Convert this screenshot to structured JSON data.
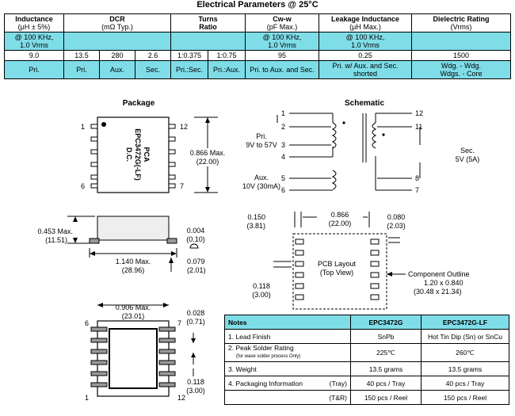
{
  "title": "Electrical Parameters @ 25°C",
  "header": {
    "inductance": "Inductance",
    "inductance_unit": "(μH ± 5%)",
    "dcr": "DCR",
    "dcr_unit": "(mΩ Typ.)",
    "turns": "Turns",
    "turns_unit": "Ratio",
    "cww": "Cw-w",
    "cww_unit": "(pF Max.)",
    "leak": "Leakage Inductance",
    "leak_unit": "(μH Max.)",
    "diel": "Dielectric Rating",
    "diel_unit": "(Vrms)"
  },
  "cond": {
    "ind": "@ 100 KHz,",
    "ind2": "1.0 Vrms",
    "cww": "@ 100 KHz,",
    "cww2": "1.0 Vrms",
    "leak": "@ 100 KHz,",
    "leak2": "1.0 Vrms"
  },
  "values": [
    "9.0",
    "13.5",
    "280",
    "2.6",
    "1:0.375",
    "1:0.75",
    "95",
    "0.25",
    "1500"
  ],
  "labels": {
    "l0": "Pri.",
    "l1": "Pri.",
    "l2": "Aux.",
    "l3": "Sec.",
    "l4": "Pri.:Sec.",
    "l5": "Pri.:Aux.",
    "l6": "Pri. to Aux. and Sec.",
    "l7a": "Pri. w/ Aux. and Sec.",
    "l7b": "shorted",
    "l8a": "Wdg. - Wdg.",
    "l8b": "Wdgs. -  Core"
  },
  "package": {
    "caption": "Package",
    "marking": [
      "PCA",
      "EPC3472G(-LF)",
      "D.C."
    ],
    "pins": {
      "p1": "1",
      "p6": "6",
      "p7": "7",
      "p12": "12"
    },
    "height_max": "0.866 Max.",
    "height_mm": "(22.00)",
    "side_h": "0.453 Max.",
    "side_h_mm": "(11.51)",
    "side_w": "1.140 Max.",
    "side_w_mm": "(28.96)",
    "gap": "0.004",
    "gap_mm": "(0.10)",
    "lead": "0.079",
    "lead_mm": "(2.01)",
    "bot_w": "0.906 Max.",
    "bot_w_mm": "(23.01)",
    "bot_a": "0.028",
    "bot_a_mm": "(0.71)",
    "bot_b": "0.118",
    "bot_b_mm": "(3.00)"
  },
  "schematic": {
    "caption": "Schematic",
    "pins": [
      "1",
      "2",
      "3",
      "4",
      "5",
      "6",
      "12",
      "11",
      "8",
      "7"
    ],
    "pri": "Pri.",
    "pri_v": "9V to 57V",
    "aux": "Aux.",
    "aux_v": "10V (30mA)",
    "sec": "Sec.",
    "sec_v": "5V (5A)"
  },
  "pcb": {
    "d1": "0.150",
    "d1_mm": "(3.81)",
    "d2": "0.866",
    "d2_mm": "(22.00)",
    "d3": "0.080",
    "d3_mm": "(2.03)",
    "d4": "0.118",
    "d4_mm": "(3.00)",
    "layout": "PCB Layout",
    "view": "(Top View)",
    "outline": "Component Outline",
    "outline_size": "1.20 x 0.840",
    "outline_mm": "(30.48 x 21.34)"
  },
  "notes": {
    "h0": "Notes",
    "h1": "EPC3472G",
    "h2": "EPC3472G-LF",
    "r1": "1.  Lead Finish",
    "r1a": "SnPb",
    "r1b": "Hot Tin Dip (Sn) or  SnCu",
    "r2": "2.  Peak Solder Rating",
    "r2s": "(for wave solder process Only)",
    "r2a": "225℃",
    "r2b": "260℃",
    "r3": "3.  Weight",
    "r3a": "13.5 grams",
    "r3b": "13.5 grams",
    "r4": "4.  Packaging Information",
    "r4t": "(Tray)",
    "r4a": "40 pcs / Tray",
    "r4b": "40 pcs / Tray",
    "r5t": "(T&R)",
    "r5a": "150 pcs / Reel",
    "r5b": "150 pcs / Reel"
  }
}
